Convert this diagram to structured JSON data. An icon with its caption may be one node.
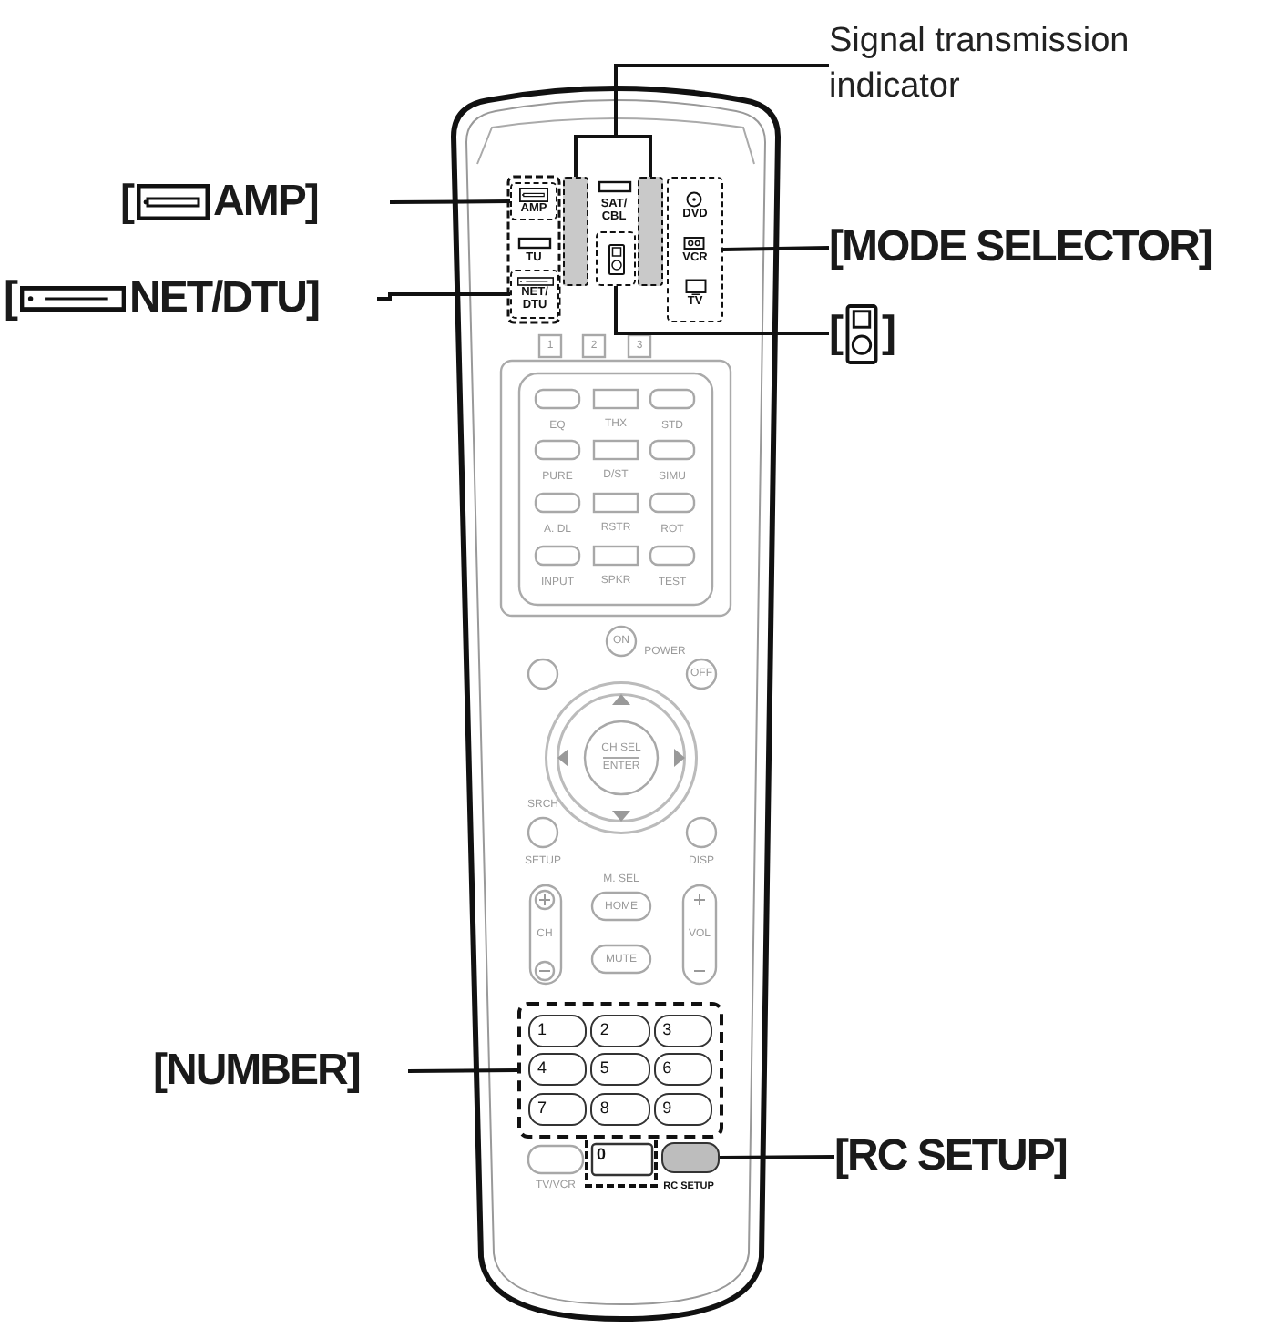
{
  "diagram": {
    "nodes": [
      {
        "text": [
          "Signal transmission indicator"
        ]
      },
      {
        "text": [
          "[",
          "AMP]"
        ]
      },
      {
        "text": [
          "[MODE SELECTOR]"
        ]
      },
      {
        "text": [
          "[",
          "NET/DTU]"
        ]
      },
      {
        "text": [
          "[",
          "]"
        ]
      },
      {
        "text": [
          "[NUMBER]"
        ]
      },
      {
        "text": [
          "[RC SETUP]"
        ]
      },
      {
        "text": [
          "AMP"
        ]
      },
      {
        "text": [
          "NET/ DTU"
        ]
      },
      {
        "text": [],
        "shape": "bar"
      },
      {
        "text": [],
        "shape": "bar"
      },
      {
        "text": [
          "DVD",
          "VCR",
          "TV"
        ]
      },
      {
        "text": [],
        "shape": "box"
      },
      {
        "text": [
          "1",
          "2",
          "3",
          "4",
          "5",
          "6",
          "7",
          "8",
          "9"
        ]
      },
      {
        "text": [],
        "shape": "box",
        "beside": [
          "RC SETUP"
        ]
      }
    ],
    "edges": [
      {
        "from": 0,
        "to": 9,
        "arrow": "none"
      },
      {
        "from": 0,
        "to": 10,
        "arrow": "none"
      },
      {
        "from": 1,
        "to": 7,
        "arrow": "none"
      },
      {
        "from": 2,
        "to": 11,
        "arrow": "none"
      },
      {
        "from": 3,
        "to": 8,
        "arrow": "none"
      },
      {
        "from": 4,
        "to": 12,
        "arrow": "none"
      },
      {
        "from": 5,
        "to": 13,
        "arrow": "none"
      },
      {
        "from": 6,
        "to": 14,
        "arrow": "none"
      }
    ],
    "labels": [
      "SAT/ CBL",
      "TU",
      "1",
      "2",
      "3",
      "EQ",
      "THX",
      "STD",
      "PURE",
      "D/ST",
      "SIMU",
      "A. DL",
      "RSTR",
      "ROT",
      "INPUT",
      "SPKR",
      "TEST",
      "ON",
      "POWER",
      "OFF",
      "CH SEL",
      "ENTER",
      "SRCH",
      "SETUP",
      "DISP",
      "M. SEL",
      "HOME",
      "CH",
      "VOL",
      "MUTE",
      "0",
      "TV/VCR"
    ]
  }
}
